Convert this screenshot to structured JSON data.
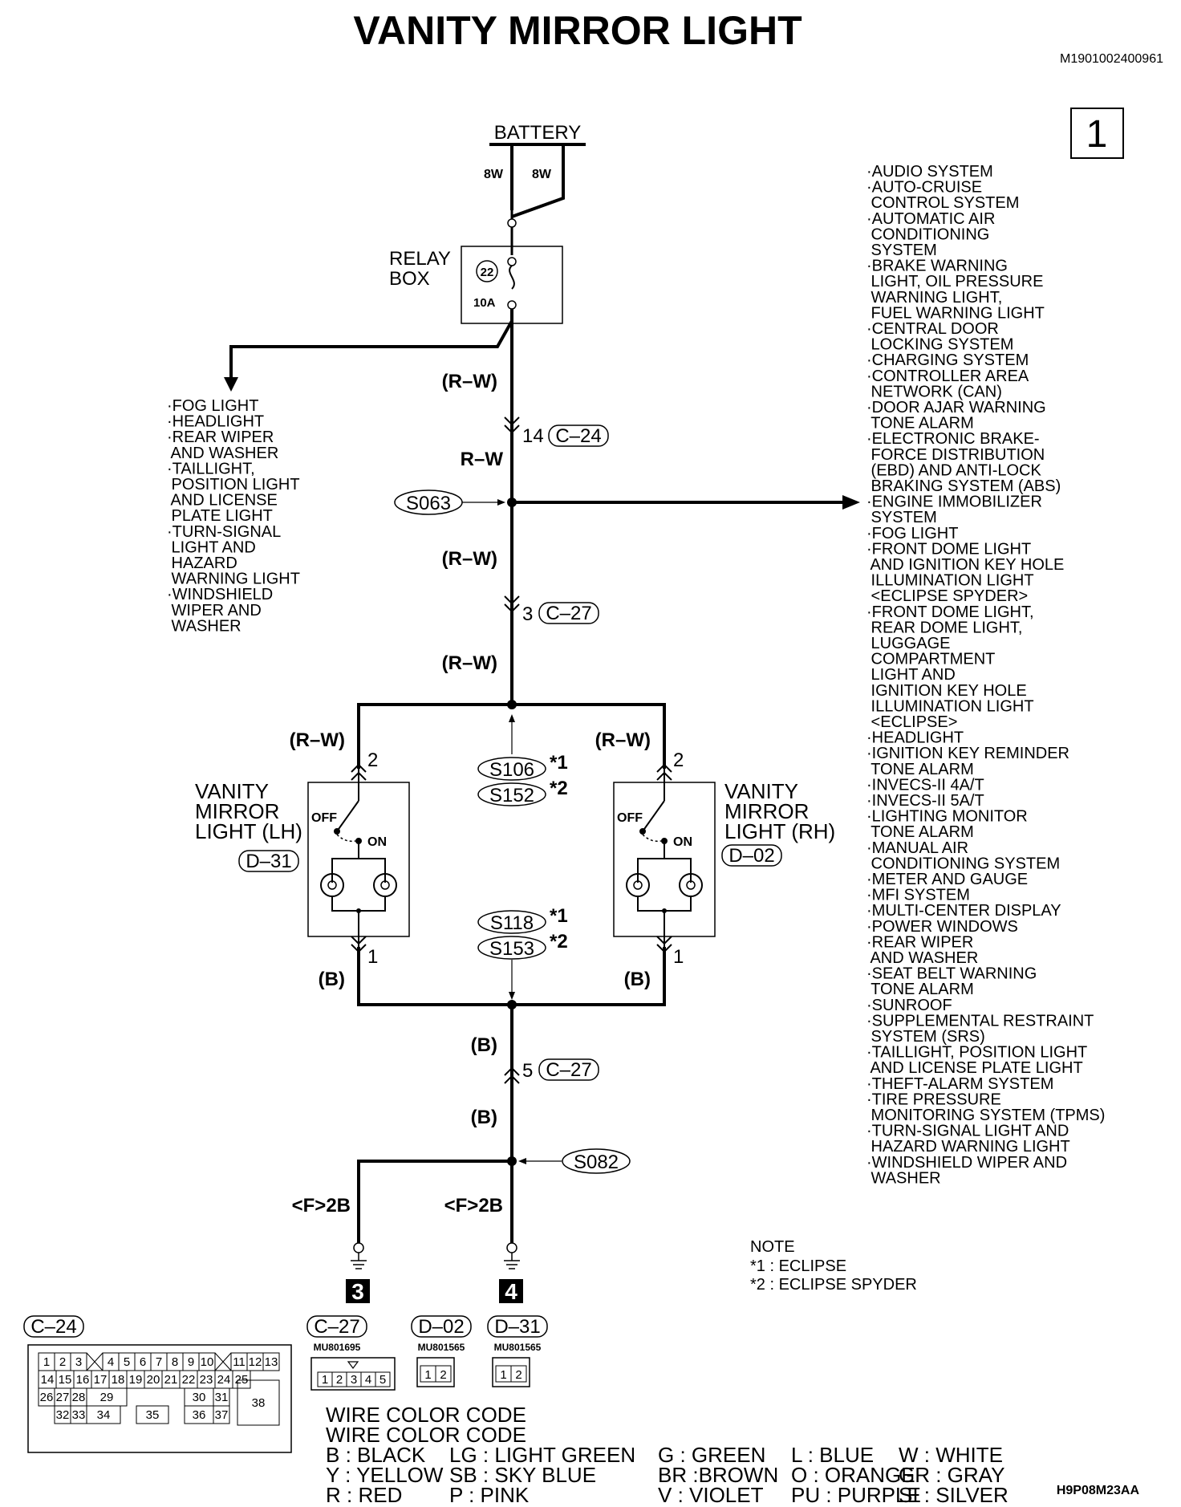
{
  "title": "VANITY MIRROR LIGHT",
  "code_top": "M1901002400961",
  "page_box": "1",
  "code_bottom": "H9P08M23AA",
  "battery": {
    "label": "BATTERY",
    "w1": "8W",
    "w2": "8W"
  },
  "relay": {
    "label1": "RELAY",
    "label2": "BOX",
    "fuse_num": "22",
    "fuse_amp": "10A"
  },
  "wires": {
    "rw_paren": "(R–W)",
    "rw": "R–W",
    "b_paren": "(B)",
    "fb": "<F>2B"
  },
  "pins": {
    "p14": "14",
    "p3": "3",
    "p5": "5",
    "p2": "2",
    "p1": "1"
  },
  "connectors": {
    "c24": "C–24",
    "c27": "C–27",
    "d31": "D–31",
    "d02": "D–02"
  },
  "splices": {
    "s063": "S063",
    "s106": "S106",
    "s152": "S152",
    "s118": "S118",
    "s153": "S153",
    "s082": "S082",
    "star1": "*1",
    "star2": "*2"
  },
  "lights": {
    "lh": [
      "VANITY",
      "MIRROR",
      "LIGHT (LH)"
    ],
    "rh": [
      "VANITY",
      "MIRROR",
      "LIGHT (RH)"
    ],
    "off": "OFF",
    "on": "ON"
  },
  "grounds": {
    "g3": "3",
    "g4": "4"
  },
  "left_list": [
    "·FOG LIGHT",
    "·HEADLIGHT",
    "·REAR WIPER",
    " AND WASHER",
    "·TAILLIGHT,",
    " POSITION LIGHT",
    " AND LICENSE",
    " PLATE LIGHT",
    "·TURN-SIGNAL",
    " LIGHT AND",
    " HAZARD",
    " WARNING LIGHT",
    "·WINDSHIELD",
    " WIPER AND",
    " WASHER"
  ],
  "right_list": [
    "·AUDIO SYSTEM",
    "·AUTO-CRUISE",
    " CONTROL SYSTEM",
    "·AUTOMATIC AIR",
    " CONDITIONING",
    " SYSTEM",
    "·BRAKE WARNING",
    " LIGHT, OIL PRESSURE",
    " WARNING LIGHT,",
    " FUEL WARNING LIGHT",
    "·CENTRAL DOOR",
    " LOCKING SYSTEM",
    "·CHARGING SYSTEM",
    "·CONTROLLER AREA",
    " NETWORK (CAN)",
    "·DOOR AJAR WARNING",
    " TONE ALARM",
    "·ELECTRONIC BRAKE-",
    " FORCE DISTRIBUTION",
    " (EBD) AND ANTI-LOCK",
    " BRAKING SYSTEM (ABS)",
    "·ENGINE IMMOBILIZER",
    " SYSTEM",
    "·FOG LIGHT",
    "·FRONT DOME LIGHT",
    " AND IGNITION KEY HOLE",
    " ILLUMINATION LIGHT",
    " <ECLIPSE SPYDER>",
    "·FRONT DOME LIGHT,",
    " REAR DOME LIGHT,",
    " LUGGAGE",
    " COMPARTMENT",
    " LIGHT AND",
    " IGNITION KEY HOLE",
    " ILLUMINATION LIGHT",
    " <ECLIPSE>",
    "·HEADLIGHT",
    "·IGNITION KEY REMINDER",
    " TONE ALARM",
    "·INVECS-II 4A/T",
    "·INVECS-II 5A/T",
    "·LIGHTING MONITOR",
    " TONE ALARM",
    "·MANUAL AIR",
    " CONDITIONING SYSTEM",
    "·METER AND GAUGE",
    "·MFI SYSTEM",
    "·MULTI-CENTER DISPLAY",
    "·POWER WINDOWS",
    "·REAR WIPER",
    " AND WASHER",
    "·SEAT BELT WARNING",
    " TONE ALARM",
    "·SUNROOF",
    "·SUPPLEMENTAL RESTRAINT",
    " SYSTEM (SRS)",
    "·TAILLIGHT, POSITION LIGHT",
    " AND LICENSE PLATE LIGHT",
    "·THEFT-ALARM SYSTEM",
    "·TIRE PRESSURE",
    " MONITORING SYSTEM (TPMS)",
    "·TURN-SIGNAL LIGHT AND",
    " HAZARD WARNING LIGHT",
    "·WINDSHIELD WIPER AND",
    " WASHER"
  ],
  "note": {
    "title": "NOTE",
    "n1": "*1 : ECLIPSE",
    "n2": "*2 : ECLIPSE SPYDER"
  },
  "connector_parts": {
    "c27": "MU801695",
    "d02": "MU801565",
    "d31": "MU801565"
  },
  "c24_pins": {
    "row1": [
      "1",
      "2",
      "3",
      "4",
      "5",
      "6",
      "7",
      "8",
      "9",
      "10",
      "11",
      "12",
      "13"
    ],
    "row2": [
      "14",
      "15",
      "16",
      "17",
      "18",
      "19",
      "20",
      "21",
      "22",
      "23",
      "24",
      "25"
    ],
    "row3": [
      "26",
      "27",
      "28",
      "29",
      "30",
      "31"
    ],
    "row4": [
      "32",
      "33",
      "34",
      "35",
      "36",
      "37"
    ],
    "big": "38"
  },
  "c27_pins": [
    "1",
    "2",
    "3",
    "4",
    "5"
  ],
  "d_pins": [
    "1",
    "2"
  ],
  "wire_color": {
    "h1": "WIRE COLOR CODE",
    "h2": "WIRE COLOR CODE",
    "r1": [
      "B : BLACK",
      "LG : LIGHT GREEN",
      "G : GREEN",
      "L : BLUE",
      "W : WHITE"
    ],
    "r2": [
      "Y : YELLOW",
      "SB : SKY BLUE",
      "BR :BROWN",
      "O : ORANGE",
      "GR : GRAY"
    ],
    "r3": [
      "R : RED",
      "P : PINK",
      "V : VIOLET",
      "PU : PURPLE",
      "SI : SILVER"
    ]
  }
}
